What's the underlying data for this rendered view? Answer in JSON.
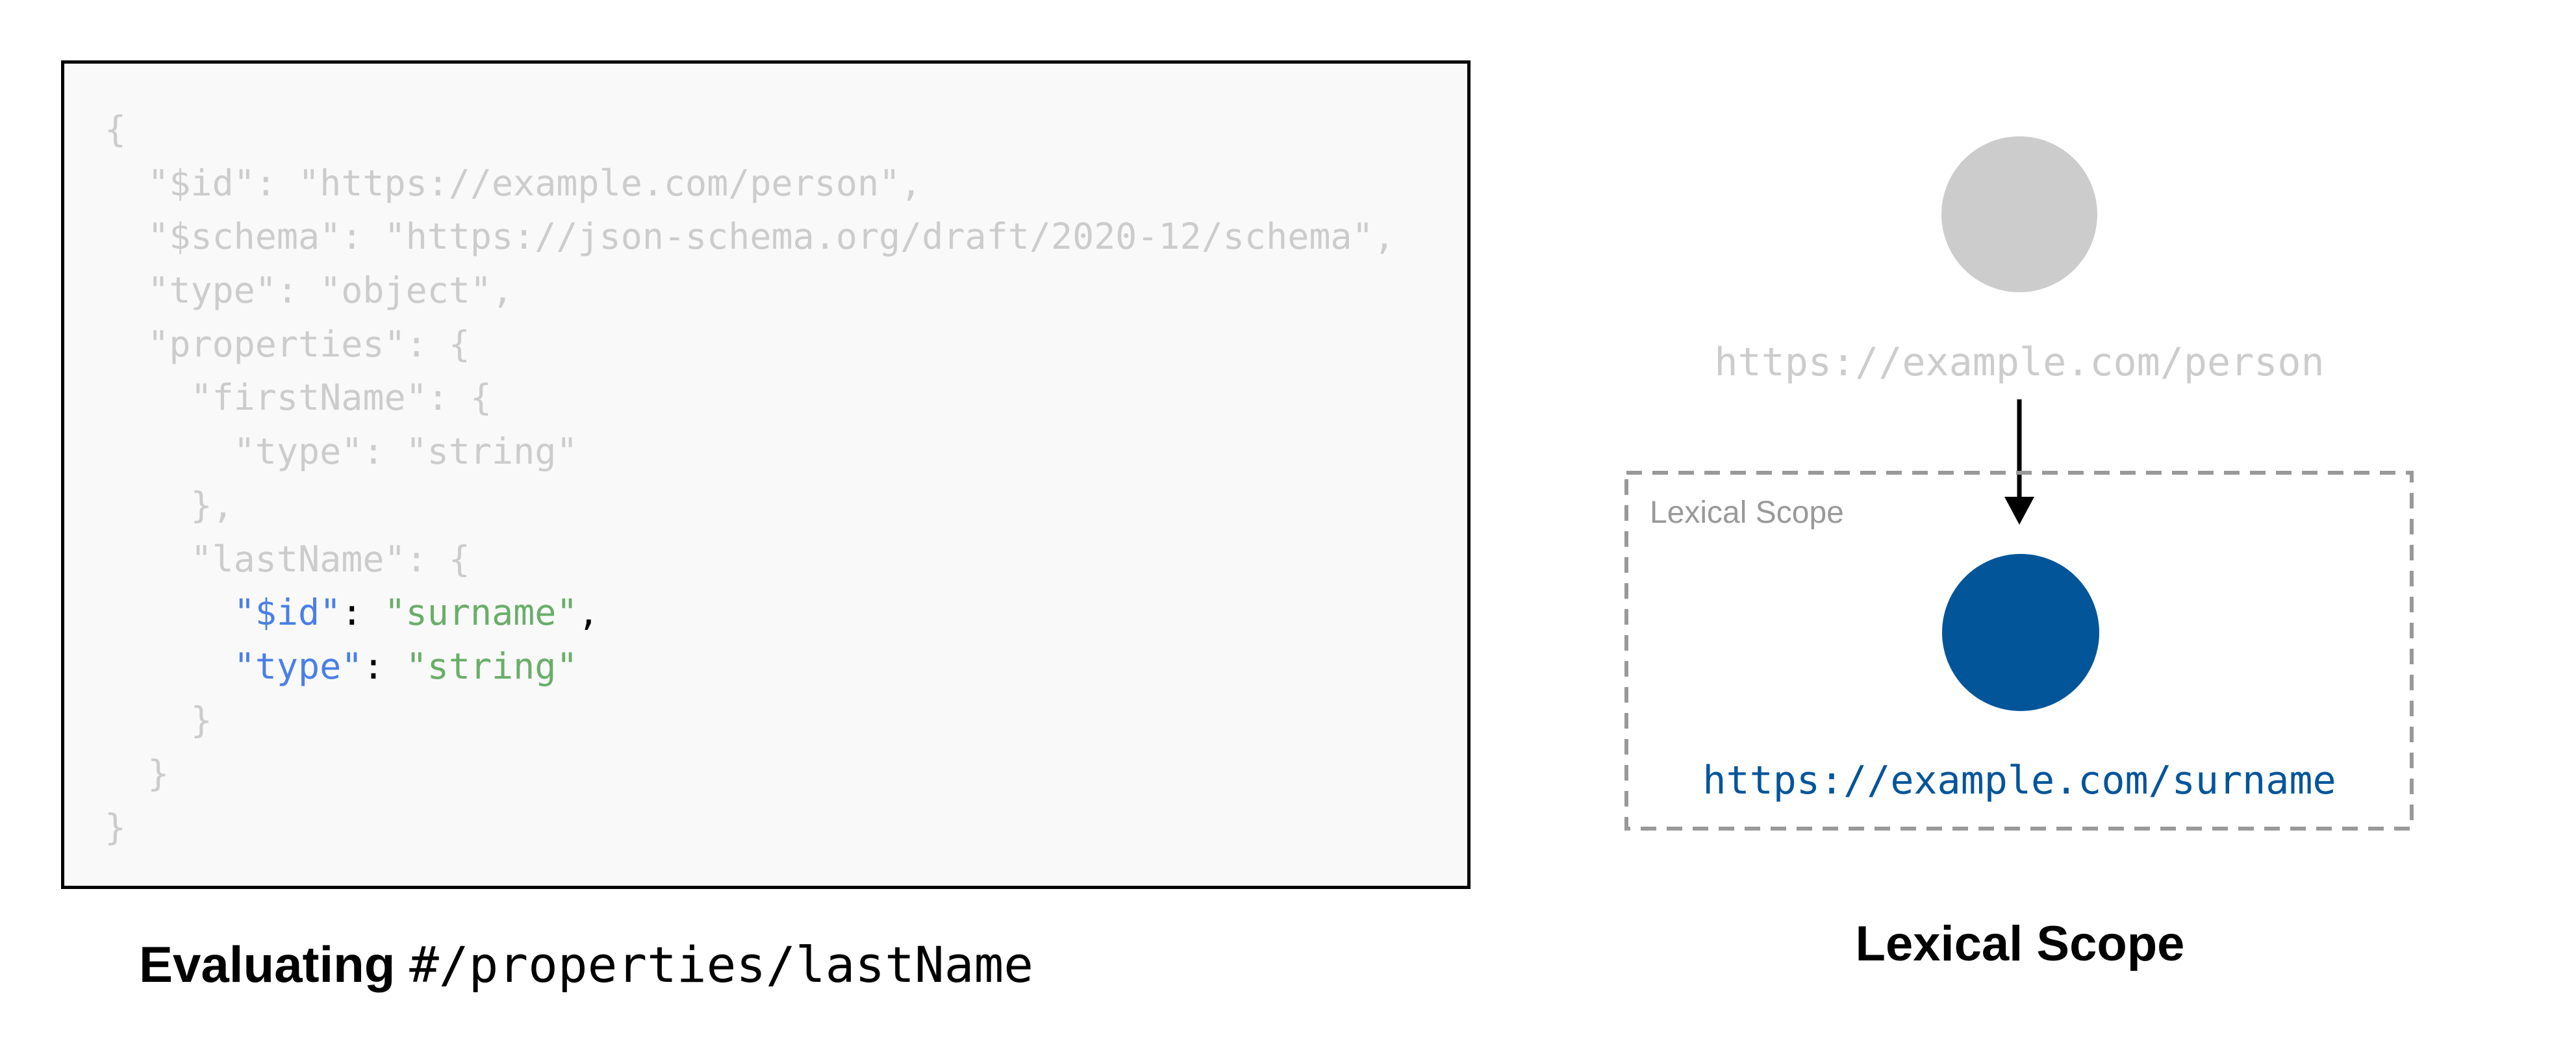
{
  "code": {
    "lines": [
      [
        {
          "t": "{",
          "c": ""
        }
      ],
      [
        {
          "t": "  \"$id\": \"https://example.com/person\",",
          "c": ""
        }
      ],
      [
        {
          "t": "  \"$schema\": \"https://json-schema.org/draft/2020-12/schema\",",
          "c": ""
        }
      ],
      [
        {
          "t": "  \"type\": \"object\",",
          "c": ""
        }
      ],
      [
        {
          "t": "  \"properties\": {",
          "c": ""
        }
      ],
      [
        {
          "t": "    \"firstName\": {",
          "c": ""
        }
      ],
      [
        {
          "t": "      \"type\": \"string\"",
          "c": ""
        }
      ],
      [
        {
          "t": "    },",
          "c": ""
        }
      ],
      [
        {
          "t": "    \"lastName\": {",
          "c": ""
        }
      ],
      [
        {
          "t": "      ",
          "c": ""
        },
        {
          "t": "\"$id\"",
          "c": "k"
        },
        {
          "t": ": ",
          "c": "p"
        },
        {
          "t": "\"surname\"",
          "c": "s"
        },
        {
          "t": ",",
          "c": "p"
        }
      ],
      [
        {
          "t": "      ",
          "c": ""
        },
        {
          "t": "\"type\"",
          "c": "k"
        },
        {
          "t": ": ",
          "c": "p"
        },
        {
          "t": "\"string\"",
          "c": "s"
        }
      ],
      [
        {
          "t": "    }",
          "c": ""
        }
      ],
      [
        {
          "t": "  }",
          "c": ""
        }
      ],
      [
        {
          "t": "}",
          "c": ""
        }
      ]
    ]
  },
  "caption": {
    "prefix": "Evaluating ",
    "pointer": "#/properties/lastName"
  },
  "diagram": {
    "parent_uri": "https://example.com/person",
    "scope_label": "Lexical Scope",
    "child_uri": "https://example.com/surname",
    "title": "Lexical Scope",
    "colors": {
      "parent": "#cccccc",
      "child": "#03559a",
      "scope_border": "#999999",
      "key": "#4a7fe6",
      "string": "#6aae6a"
    }
  }
}
